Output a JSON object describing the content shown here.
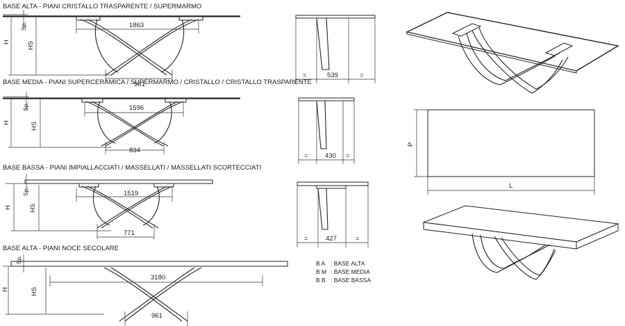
{
  "sections": [
    {
      "title": "BASE ALTA - PIANI CRISTALLO TRASPARENTE / SUPERMARMO",
      "top_dim": "1863",
      "bottom_dim": "961"
    },
    {
      "title": "BASE MEDIA - PIANI SUPERCERAMICA / SUPERMARMO / CRISTALLO / CRISTALLO TRASPARENTE",
      "top_dim": "1596",
      "bottom_dim": "834"
    },
    {
      "title": "BASE BASSA - PIANI IMPIALLACCIATI / MASSELLATI / MASSELLATI SCORTECCIATI",
      "top_dim": "1519",
      "bottom_dim": "771"
    },
    {
      "title": "BASE ALTA - PIANI NOCE SECOLARE",
      "top_dim": "3180",
      "bottom_dim": "961"
    }
  ],
  "dim_labels": {
    "h": "H",
    "hs": "HS",
    "sp": "Sp."
  },
  "side_views": [
    {
      "width": "539",
      "eq": "="
    },
    {
      "width": "430",
      "eq": "="
    },
    {
      "width": "427",
      "eq": "="
    }
  ],
  "legend": [
    {
      "code": "B A",
      "desc": ": BASE ALTA"
    },
    {
      "code": "B M",
      "desc": ": BASE MEDIA"
    },
    {
      "code": "B B",
      "desc": ": BASE BASSA"
    }
  ],
  "plan": {
    "depth_label": "P",
    "length_label": "L"
  }
}
